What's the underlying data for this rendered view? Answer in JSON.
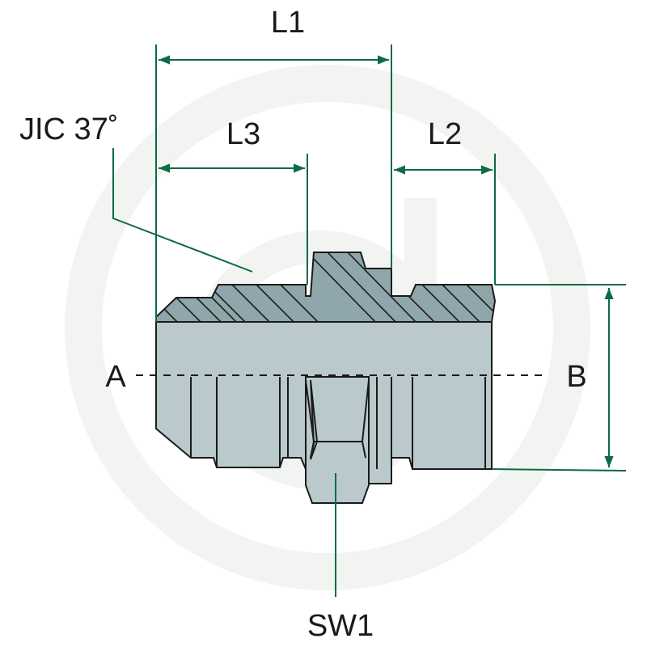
{
  "labels": {
    "jic": "JIC 37˚",
    "l1": "L1",
    "l2": "L2",
    "l3": "L3",
    "a": "A",
    "b": "B",
    "sw1": "SW1"
  },
  "colors": {
    "dimension": "#0d6b45",
    "body_fill": "#b9c9cc",
    "body_shade": "#8fa6aa",
    "outline": "#1a1a1a",
    "watermark": "#f1f4f1"
  }
}
